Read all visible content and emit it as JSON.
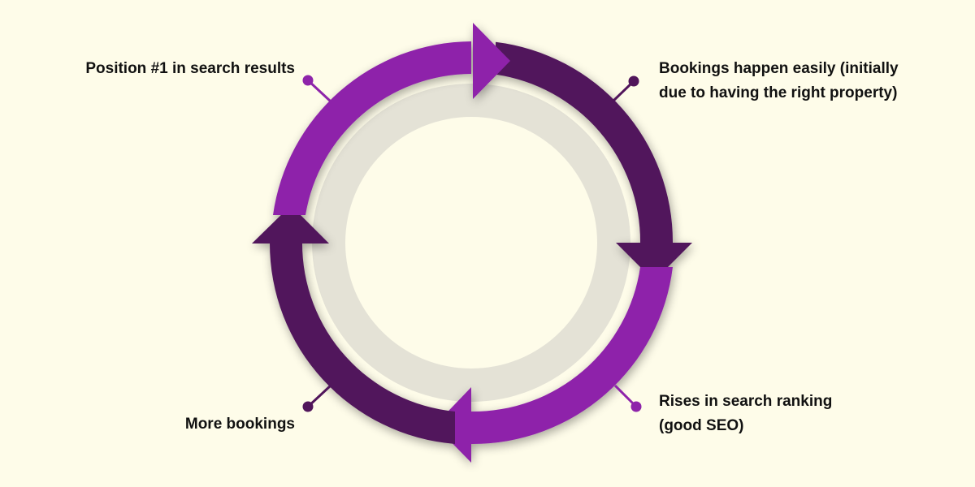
{
  "colors": {
    "background": "#fefce9",
    "light_purple": "#8e24aa",
    "dark_purple": "#51155b",
    "inner_ring": "#e4e2d6",
    "center": "#fefce9",
    "text": "#111111"
  },
  "steps": [
    {
      "label": "Position #1 in search results"
    },
    {
      "label": "Bookings happen easily (initially\ndue to having the right property)"
    },
    {
      "label": "Rises in search ranking\n(good SEO)"
    },
    {
      "label": "More bookings"
    }
  ]
}
